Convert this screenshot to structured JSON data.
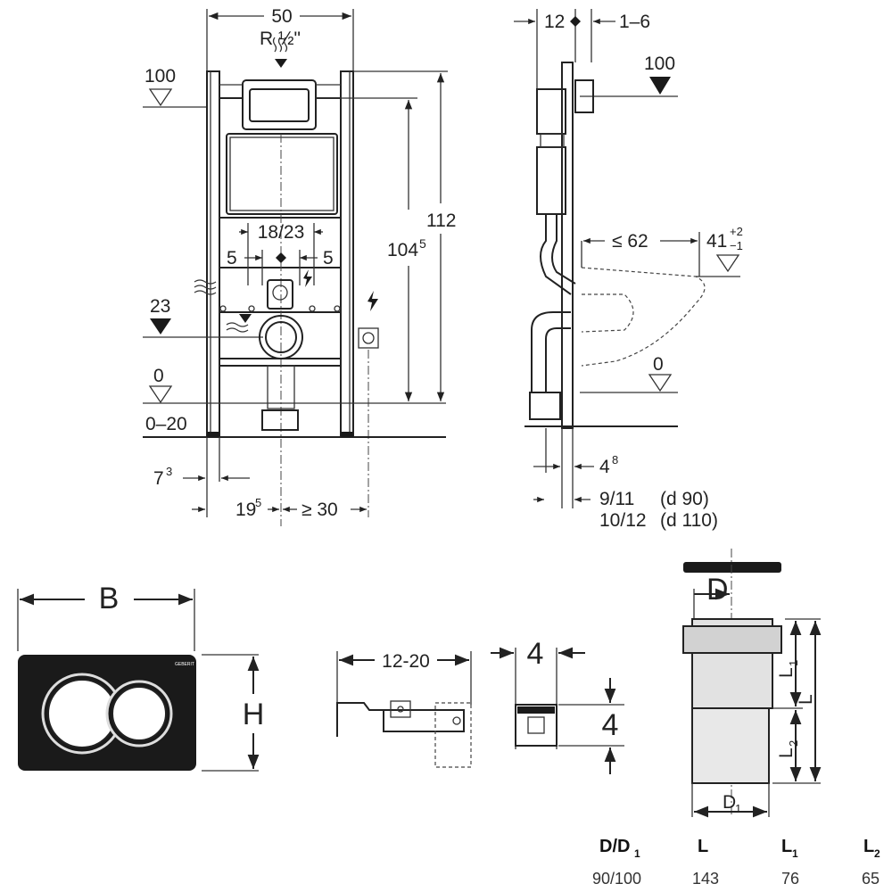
{
  "front_view": {
    "width_top": "50",
    "thread": "R ½\"",
    "dim_100": "100",
    "dim_23": "23",
    "dim_0": "0",
    "dim_0_20": "0–20",
    "dim_7": "7",
    "dim_7_sup": "3",
    "dim_19": "19",
    "dim_19_sup": "5",
    "dim_ge30": "≥ 30",
    "dim_18_23": "18/23",
    "dim_5_left": "5",
    "dim_5_right": "5",
    "height_104": "104",
    "height_104_sup": "5",
    "height_112": "112"
  },
  "side_view": {
    "dim_12": "12",
    "dim_1_6": "1–6",
    "dim_100": "100",
    "dim_le62": "≤ 62",
    "dim_41": "41",
    "dim_41_tol_up": "+2",
    "dim_41_tol_down": "−1",
    "dim_0": "0",
    "dim_4": "4",
    "dim_4_sup": "8",
    "dim_9_11": "9/11",
    "dim_9_11_note": "(d 90)",
    "dim_10_12": "10/12",
    "dim_10_12_note": "(d 110)"
  },
  "flush_plate": {
    "label_b": "B",
    "label_h": "H",
    "brand": "GEBERIT"
  },
  "bracket": {
    "dim_range": "12-20",
    "dim_width": "4",
    "dim_height": "4"
  },
  "pipe": {
    "label_d": "D",
    "label_d1": "D",
    "label_d1_sub": "1",
    "label_l": "L",
    "label_l1": "L",
    "label_l1_sub": "1",
    "label_l2": "L",
    "label_l2_sub": "2"
  },
  "table": {
    "headers": [
      {
        "main": "D/D",
        "sub": "1"
      },
      {
        "main": "L",
        "sub": ""
      },
      {
        "main": "L",
        "sub": "1"
      },
      {
        "main": "L",
        "sub": "2"
      }
    ],
    "rows": [
      [
        "90/100",
        "143",
        "76",
        "65"
      ]
    ]
  },
  "colors": {
    "ink": "#222222",
    "pipe_fill": "#e2e2e2",
    "plate_fill": "#111111"
  }
}
